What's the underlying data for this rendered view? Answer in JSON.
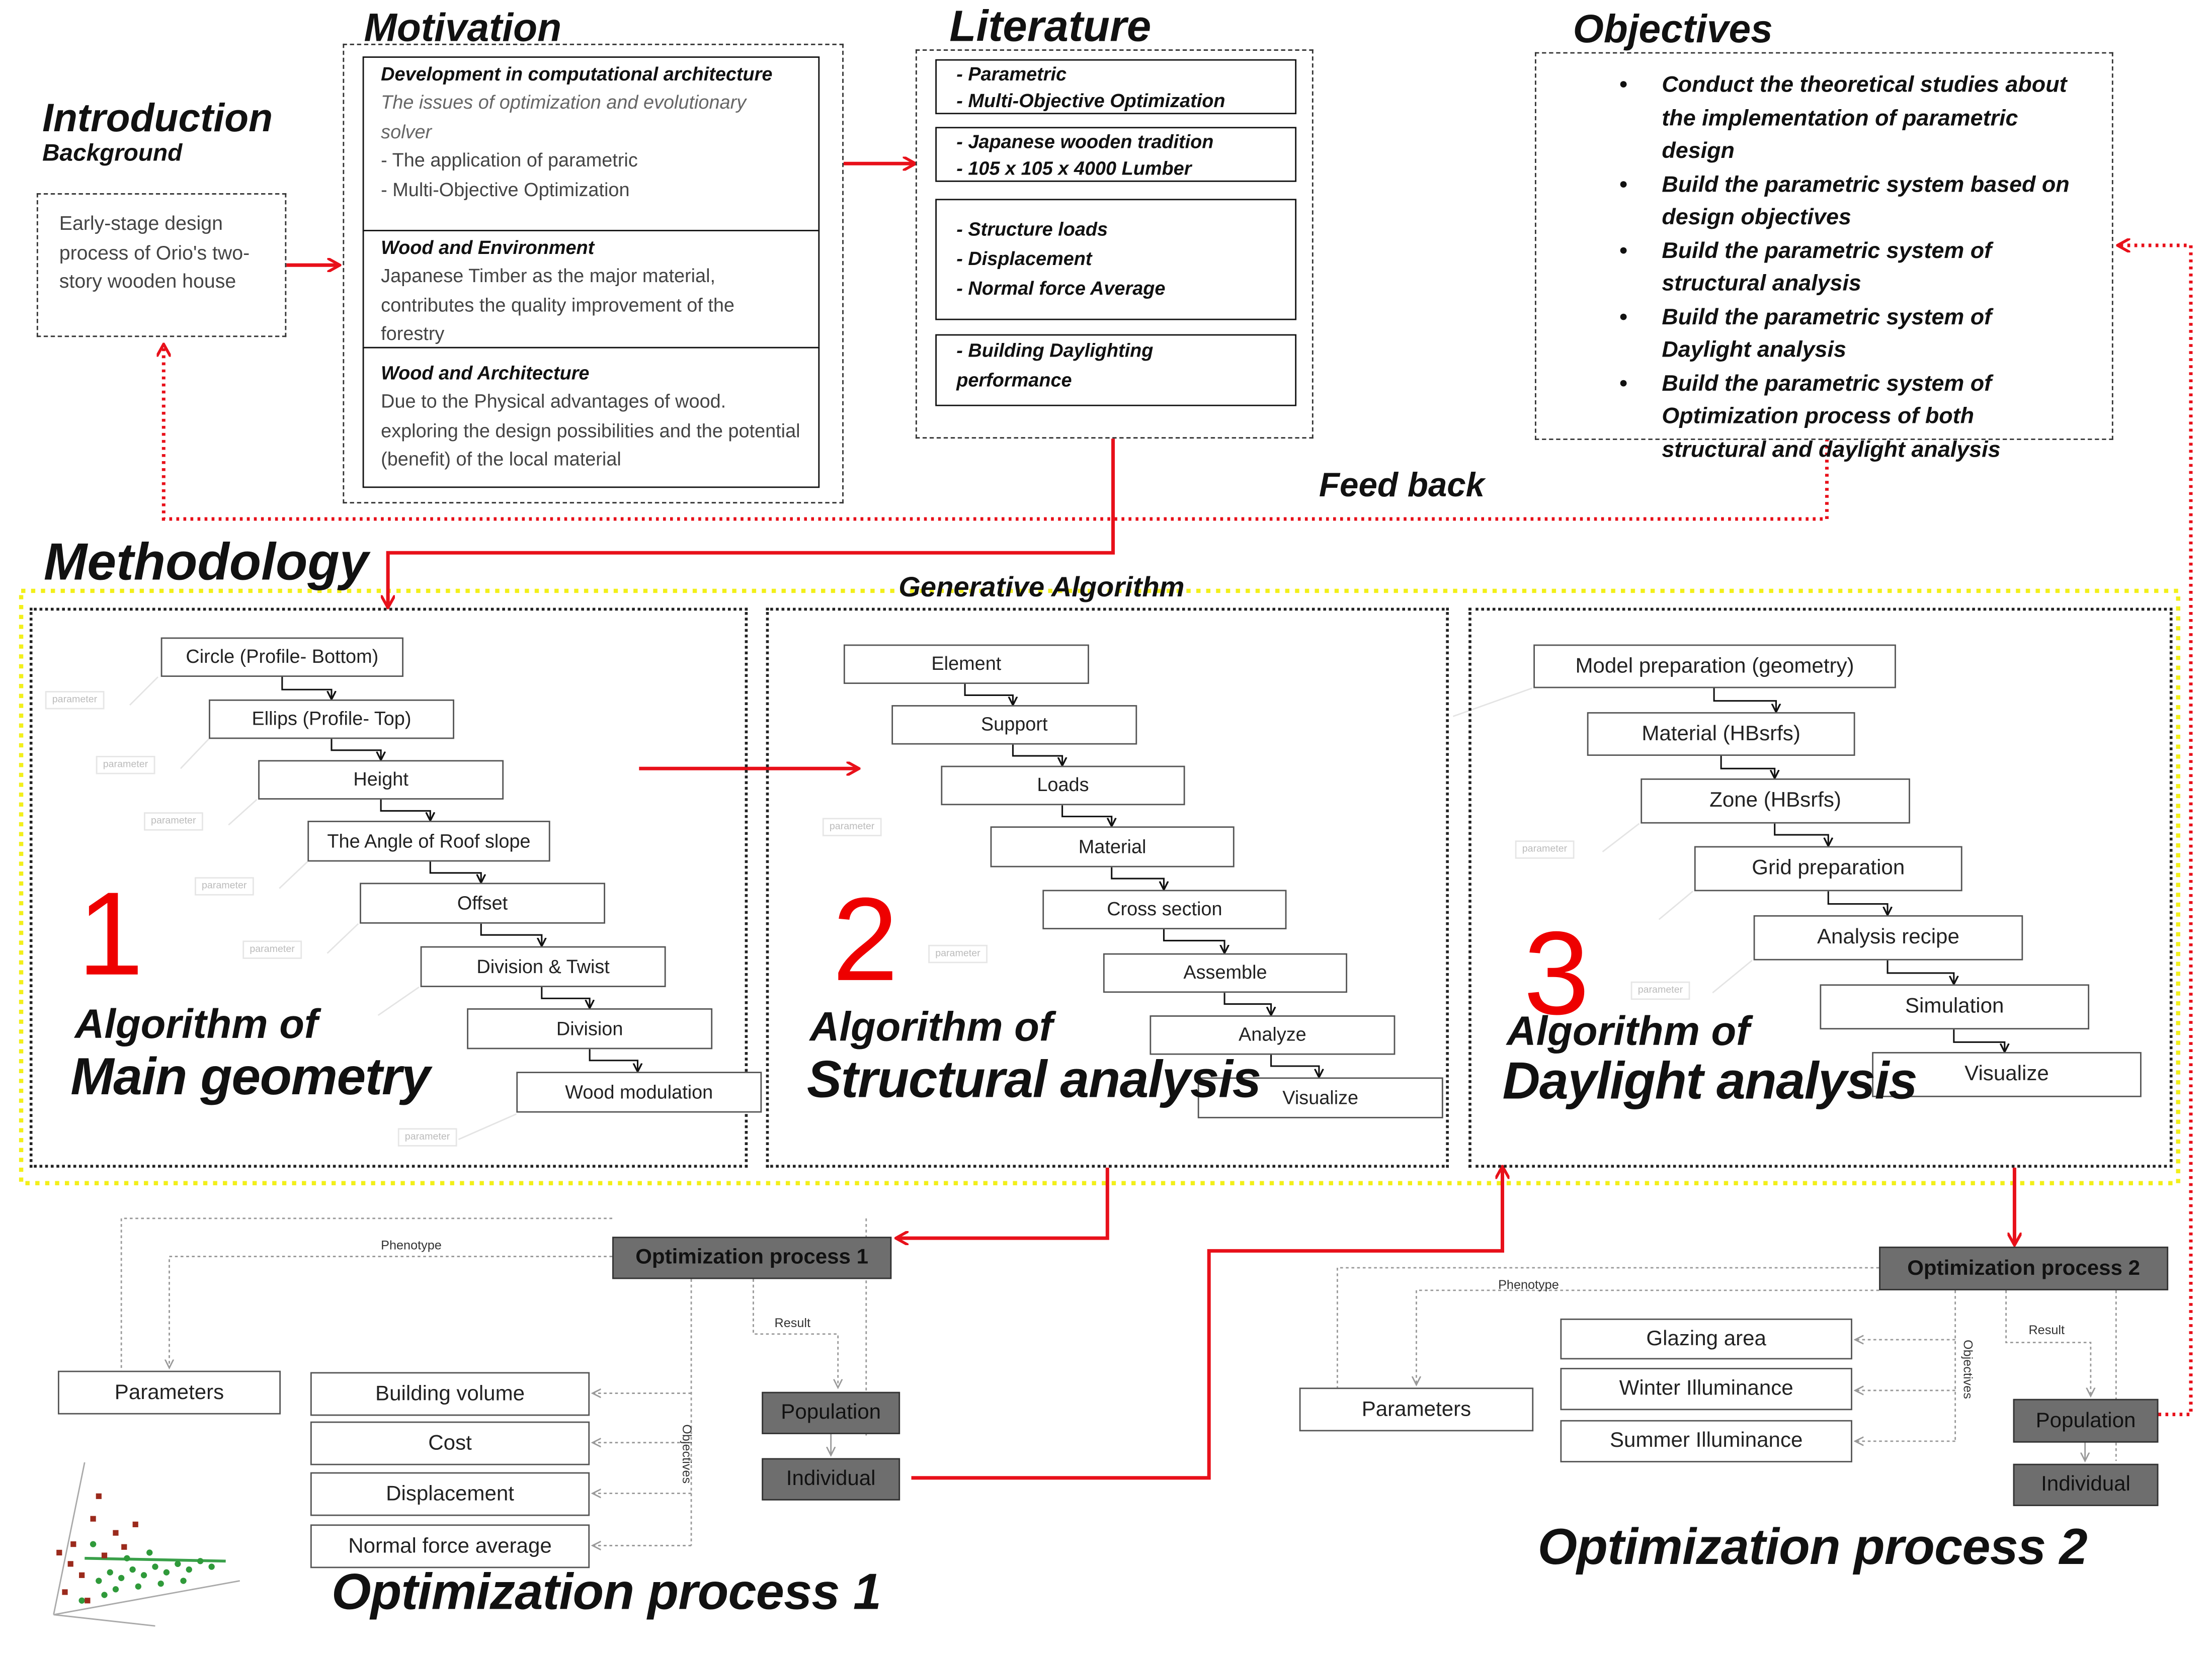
{
  "introduction": {
    "title": "Introduction",
    "subtitle": "Background",
    "text": "Early-stage design process of Orio's two-story wooden house"
  },
  "motivation": {
    "title": "Motivation",
    "sections": [
      {
        "heading": "Development in computational architecture",
        "italic_text": "The issues of optimization and evolutionary solver",
        "lines": [
          "- The application of parametric",
          "- Multi-Objective Optimization"
        ]
      },
      {
        "heading": "Wood and Environment",
        "text": "Japanese Timber as the major material, contributes the quality improvement of the forestry"
      },
      {
        "heading": "Wood and Architecture",
        "text": "Due to the Physical advantages of wood. exploring the design possibilities and the potential (benefit) of the local material"
      }
    ]
  },
  "literature": {
    "title": "Literature",
    "boxes": [
      [
        "- Parametric",
        "- Multi-Objective Optimization"
      ],
      [
        "- Japanese wooden tradition",
        "- 105 x 105 x 4000 Lumber"
      ],
      [
        "- Structure loads",
        "- Displacement",
        "- Normal force Average"
      ],
      [
        "- Building Daylighting performance"
      ]
    ]
  },
  "objectives": {
    "title": "Objectives",
    "items": [
      "Conduct the theoretical studies about the implementation of parametric design",
      "Build the parametric system based on design objectives",
      "Build the parametric system of structural analysis",
      "Build the parametric system of Daylight analysis",
      "Build the parametric system of Optimization process of both structural and daylight analysis"
    ]
  },
  "feedback_label": "Feed back",
  "methodology": {
    "title": "Methodology",
    "generative_label": "Generative Algorithm",
    "ghost_label": "parameter",
    "algorithms": [
      {
        "number": "1",
        "line1": "Algorithm of",
        "line2": "Main geometry",
        "steps": [
          "Circle (Profile- Bottom)",
          "Ellips (Profile- Top)",
          "Height",
          "The Angle of Roof slope",
          "Offset",
          "Division & Twist",
          "Division",
          "Wood modulation"
        ]
      },
      {
        "number": "2",
        "line1": "Algorithm of",
        "line2": "Structural analysis",
        "steps": [
          "Element",
          "Support",
          "Loads",
          "Material",
          "Cross section",
          "Assemble",
          "Analyze",
          "Visualize"
        ]
      },
      {
        "number": "3",
        "line1": "Algorithm of",
        "line2": "Daylight analysis",
        "steps": [
          "Model preparation  (geometry)",
          "Material (HBsrfs)",
          "Zone (HBsrfs)",
          "Grid preparation",
          "Analysis recipe",
          "Simulation",
          "Visualize"
        ]
      }
    ]
  },
  "optimization1": {
    "title": "Optimization process 1",
    "process_box": "Optimization process 1",
    "phenotype": "Phenotype",
    "result": "Result",
    "objectives_label": "Objectives",
    "parameters": "Parameters",
    "objectives": [
      "Building volume",
      "Cost",
      "Displacement",
      "Normal force average"
    ],
    "population": "Population",
    "individual": "Individual"
  },
  "optimization2": {
    "title": "Optimization process 2",
    "process_box": "Optimization process 2",
    "phenotype": "Phenotype",
    "result": "Result",
    "objectives_label": "Objectives",
    "parameters": "Parameters",
    "objectives": [
      "Glazing area",
      "Winter Illuminance",
      "Summer Illuminance"
    ],
    "population": "Population",
    "individual": "Individual"
  },
  "colors": {
    "arrow_red": "#e8101a",
    "dotted_yellow": "#f2ef1a",
    "gray_box": "#6e6e6e"
  }
}
